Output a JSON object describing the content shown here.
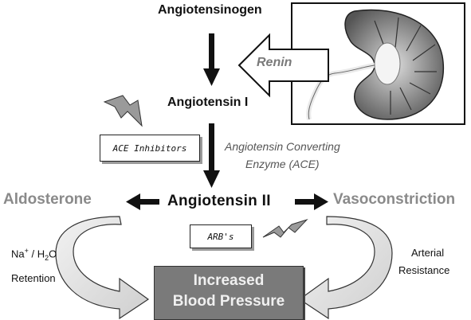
{
  "title": "Angiotensinogen",
  "angiotensin1": "Angiotensin I",
  "angiotensin2": "Angiotensin II",
  "renin": "Renin",
  "ace_inhibitors": "ACE Inhibitors",
  "ace_line1": "Angiotensin Converting",
  "ace_line2": "Enzyme (ACE)",
  "aldosterone": "Aldosterone",
  "vasoconstriction": "Vasoconstriction",
  "arbs": "ARB's",
  "na_h2o": {
    "na": "Na",
    "plus": "+",
    "slash": " / H",
    "sub2": "2",
    "o": "O"
  },
  "retention": "Retention",
  "arterial": "Arterial",
  "resistance": "Resistance",
  "result_line1": "Increased",
  "result_line2": "Blood Pressure",
  "colors": {
    "dark_text": "#111111",
    "gray_text": "#8a8a8a",
    "result_box": "#7a7a7a",
    "curved_arrow": "#e2e2e2"
  }
}
